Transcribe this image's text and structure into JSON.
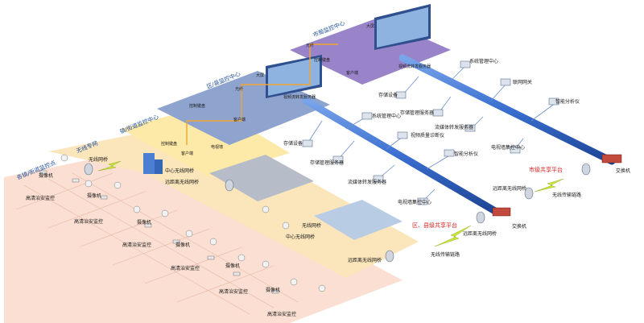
{
  "centers": {
    "city": "市局监控中心",
    "district": "区/县监控中心",
    "street": "镇/街道监控中心",
    "point": "各镇/街道监控点",
    "wireless_net": "无线专网"
  },
  "labels": {
    "big_screen": "大屏",
    "control_keyboard": "控制键盘",
    "client": "客户端",
    "video_stream_server": "视频流转发服务器",
    "tv_wall": "电视墙",
    "fiber": "光纤",
    "system_mgmt_center": "系统管理中心",
    "storage_device": "存储设备",
    "networking_gateway": "联网网关",
    "storage_mgmt_server": "存储管理服务器",
    "media_forward_server": "流媒体转发服务器",
    "smart_analyzer": "智能分析仪",
    "quality_diagnosis": "视频质量诊断仪",
    "tv_wall_controller": "电视墙集控中心",
    "switch": "交换机",
    "wireless_link": "无线传输链路",
    "remote_bridge": "远距离无线网桥",
    "wireless_bridge": "无线网桥",
    "center_bridge": "中心无线网桥",
    "camera": "摄像机",
    "hd_monitoring": "高清治安监控"
  },
  "platforms": {
    "city_share": "市级共享平台",
    "district_share": "区、县级共享平台"
  }
}
